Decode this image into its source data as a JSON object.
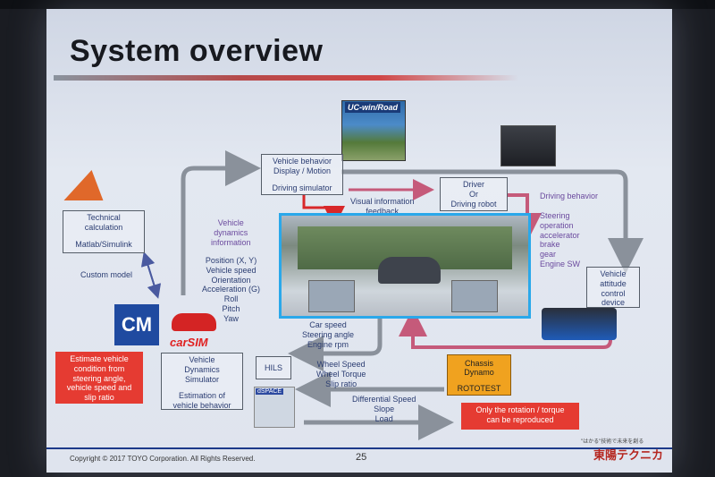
{
  "slide": {
    "title": "System overview",
    "page_number": "25",
    "copyright": "Copyright © 2017 TOYO Corporation. All Rights Reserved.",
    "company_logo_text": "東陽テクニカ",
    "tagline": "\"はかる\"技術で未来を創る"
  },
  "logos": {
    "ucwin": "UC-win/Road",
    "cm": "CM",
    "carsim": "carSIM",
    "dspace": "dSPACE"
  },
  "boxes": {
    "vehicle_behavior": [
      "Vehicle behavior",
      "Display / Motion",
      "",
      "Driving simulator"
    ],
    "driver": [
      "Driver",
      "Or",
      "Driving robot"
    ],
    "technical_calc": [
      "Technical",
      "calculation",
      "",
      "Matlab/Simulink"
    ],
    "vehicle_attitude": [
      "Vehicle",
      "attitude",
      "control",
      "device"
    ],
    "vds": [
      "Vehicle",
      "Dynamics",
      "Simulator",
      "",
      "Estimation of",
      "vehicle behavior"
    ],
    "hils": "HILS",
    "chassis": [
      "Chassis",
      "Dynamo",
      "",
      "ROTOTEST"
    ]
  },
  "labels": {
    "custom_model": "Custom model",
    "visual_feedback": [
      "Visual information",
      "feedback"
    ],
    "driving_behavior": "Driving behavior",
    "driving_inputs": [
      "Steering",
      "operation",
      "accelerator",
      "brake",
      "gear",
      "Engine SW"
    ],
    "vehicle_dynamics_info": [
      "Vehicle",
      "dynamics",
      "information"
    ],
    "dynamics_list": [
      "Position (X, Y)",
      "Vehicle speed",
      "Orientation",
      "Acceleration (G)",
      "Roll",
      "Pitch",
      "Yaw"
    ],
    "car_speed": [
      "Car speed",
      "Steering angle",
      "Engine rpm"
    ],
    "wheel": [
      "Wheel Speed",
      "Wheel Torque",
      "Slip ratio"
    ],
    "diff": [
      "Differential Speed",
      "Slope",
      "Load"
    ]
  },
  "red_notes": {
    "estimate": [
      "Estimate vehicle",
      "condition from",
      "steering angle,",
      "vehicle speed and",
      "slip ratio"
    ],
    "rotation": [
      "Only the rotation / torque",
      "can be reproduced"
    ]
  },
  "colors": {
    "label_text": "#2b3d72",
    "red_note": "#e53b32",
    "chassis_box": "#f0a21f",
    "scene_border": "#2aa8ea",
    "arrow_gray": "#8a919b",
    "arrow_pink": "#c55a7a"
  }
}
